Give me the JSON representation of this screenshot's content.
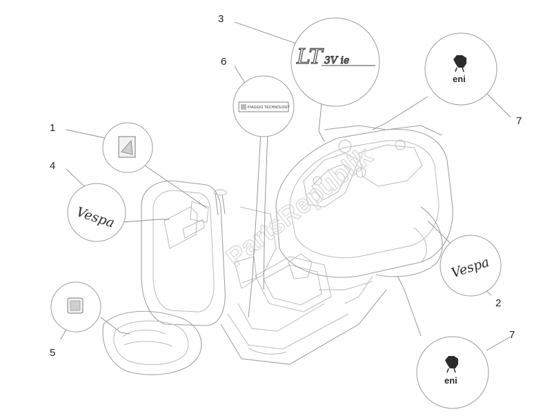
{
  "watermark": "PartsRepublik",
  "callouts": [
    {
      "id": "1",
      "label": "1"
    },
    {
      "id": "2",
      "label": "2"
    },
    {
      "id": "3",
      "label": "3"
    },
    {
      "id": "4",
      "label": "4"
    },
    {
      "id": "5",
      "label": "5"
    },
    {
      "id": "6",
      "label": "6"
    },
    {
      "id": "7a",
      "label": "7"
    },
    {
      "id": "7b",
      "label": "7"
    }
  ],
  "badges": {
    "lt": "LT",
    "lt_suffix": "3V ie",
    "vespa": "Vespa",
    "eni": "eni",
    "plate_text": "PIAGGIO TECHNOLOGY"
  },
  "colors": {
    "outline": "#b9b9b9",
    "frame": "#9a9a9a",
    "ink": "#222222"
  }
}
